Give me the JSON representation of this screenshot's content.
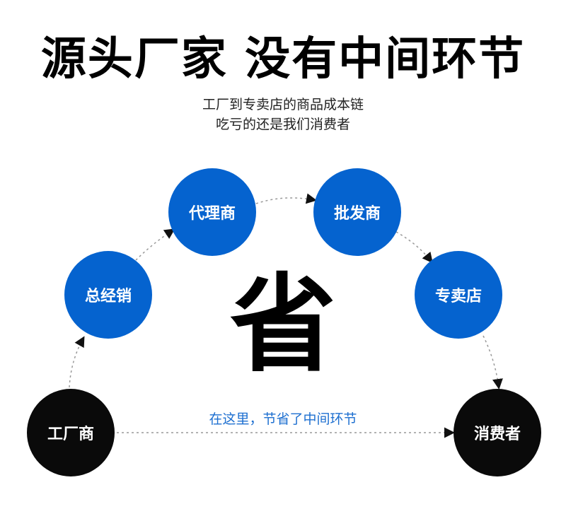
{
  "title": "源头厂家  没有中间环节",
  "subtitle": [
    "工厂到专卖店的商品成本链",
    "吃亏的还是我们消费者"
  ],
  "nodes": {
    "factory": "工厂商",
    "distributor": "总经销",
    "agent": "代理商",
    "wholesaler": "批发商",
    "store": "专卖店",
    "consumer": "消费者"
  },
  "center_char": "省",
  "direct_note": "在这里，节省了中间环节",
  "colors": {
    "node_blue": "#0563cf",
    "node_black": "#0a0a0a",
    "note_blue": "#1d6fd0"
  }
}
